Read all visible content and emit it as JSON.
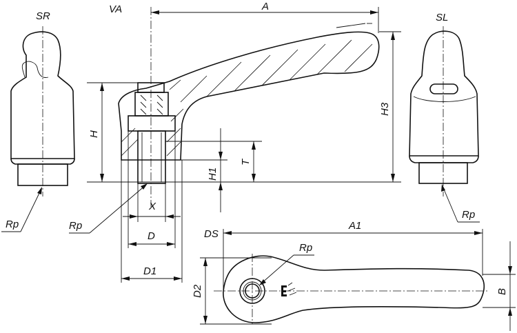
{
  "labels": {
    "SR": "SR",
    "VA": "VA",
    "A": "A",
    "SL": "SL",
    "H": "H",
    "H3": "H3",
    "H1": "H1",
    "T": "T",
    "Rp_left": "Rp",
    "Rp_mid": "Rp",
    "Rp_right": "Rp",
    "Rp_bottom": "Rp",
    "X": "X",
    "D": "D",
    "D1": "D1",
    "DS": "DS",
    "A1": "A1",
    "D2": "D2",
    "B": "B"
  },
  "colors": {
    "line": "#111111",
    "background": "#ffffff"
  }
}
